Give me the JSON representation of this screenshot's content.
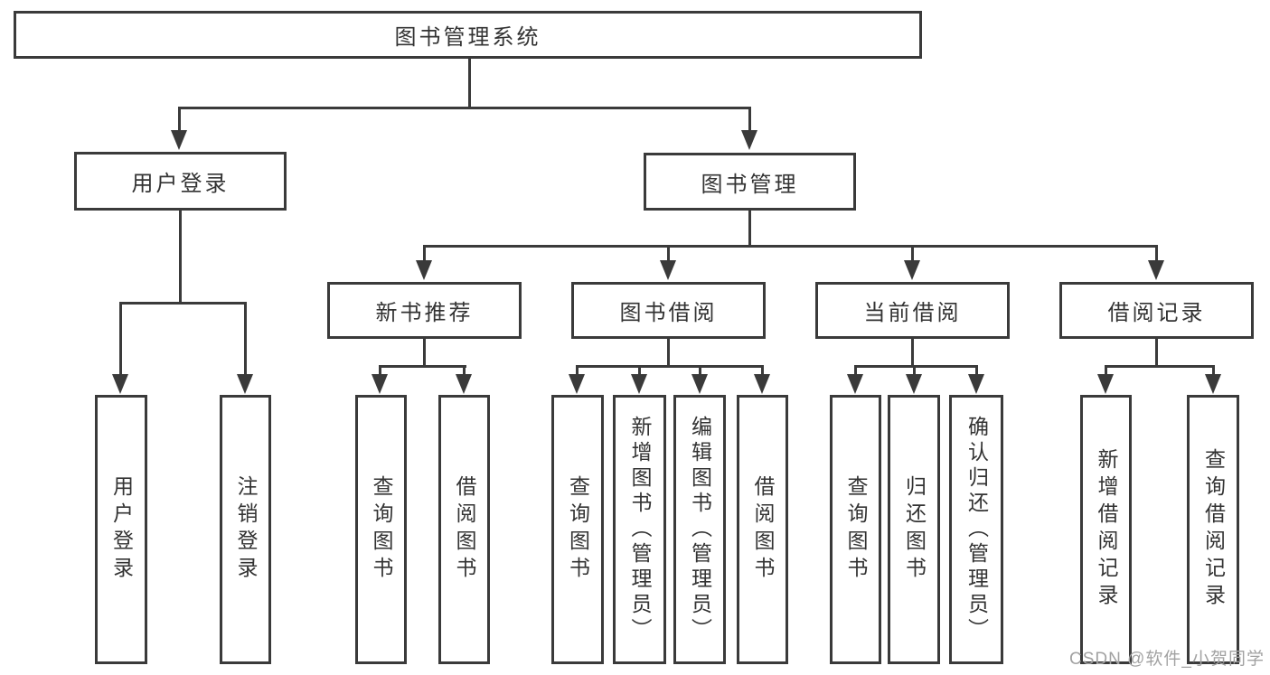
{
  "diagram": {
    "root": {
      "label": "图书管理系统"
    },
    "level2": [
      {
        "label": "用户登录",
        "parent": "图书管理系统"
      },
      {
        "label": "图书管理",
        "parent": "图书管理系统"
      }
    ],
    "level3": [
      {
        "label": "新书推荐",
        "parent": "图书管理"
      },
      {
        "label": "图书借阅",
        "parent": "图书管理"
      },
      {
        "label": "当前借阅",
        "parent": "图书管理"
      },
      {
        "label": "借阅记录",
        "parent": "图书管理"
      }
    ],
    "leaves": [
      {
        "label": "用户登录",
        "parent": "用户登录"
      },
      {
        "label": "注销登录",
        "parent": "用户登录"
      },
      {
        "label": "查询图书",
        "parent": "新书推荐"
      },
      {
        "label": "借阅图书",
        "parent": "新书推荐"
      },
      {
        "label": "查询图书",
        "parent": "图书借阅"
      },
      {
        "label": "新增图书（管理员）",
        "parent": "图书借阅"
      },
      {
        "label": "编辑图书（管理员）",
        "parent": "图书借阅"
      },
      {
        "label": "借阅图书",
        "parent": "图书借阅"
      },
      {
        "label": "查询图书",
        "parent": "当前借阅"
      },
      {
        "label": "归还图书",
        "parent": "当前借阅"
      },
      {
        "label": "确认归还（管理员）",
        "parent": "当前借阅"
      },
      {
        "label": "新增借阅记录",
        "parent": "借阅记录"
      },
      {
        "label": "查询借阅记录",
        "parent": "借阅记录"
      }
    ]
  },
  "watermark": "CSDN @软件_小贺同学",
  "colors": {
    "line": "#3a3a3a",
    "text": "#333333",
    "watermark": "#a2a2a2",
    "background": "#ffffff"
  }
}
